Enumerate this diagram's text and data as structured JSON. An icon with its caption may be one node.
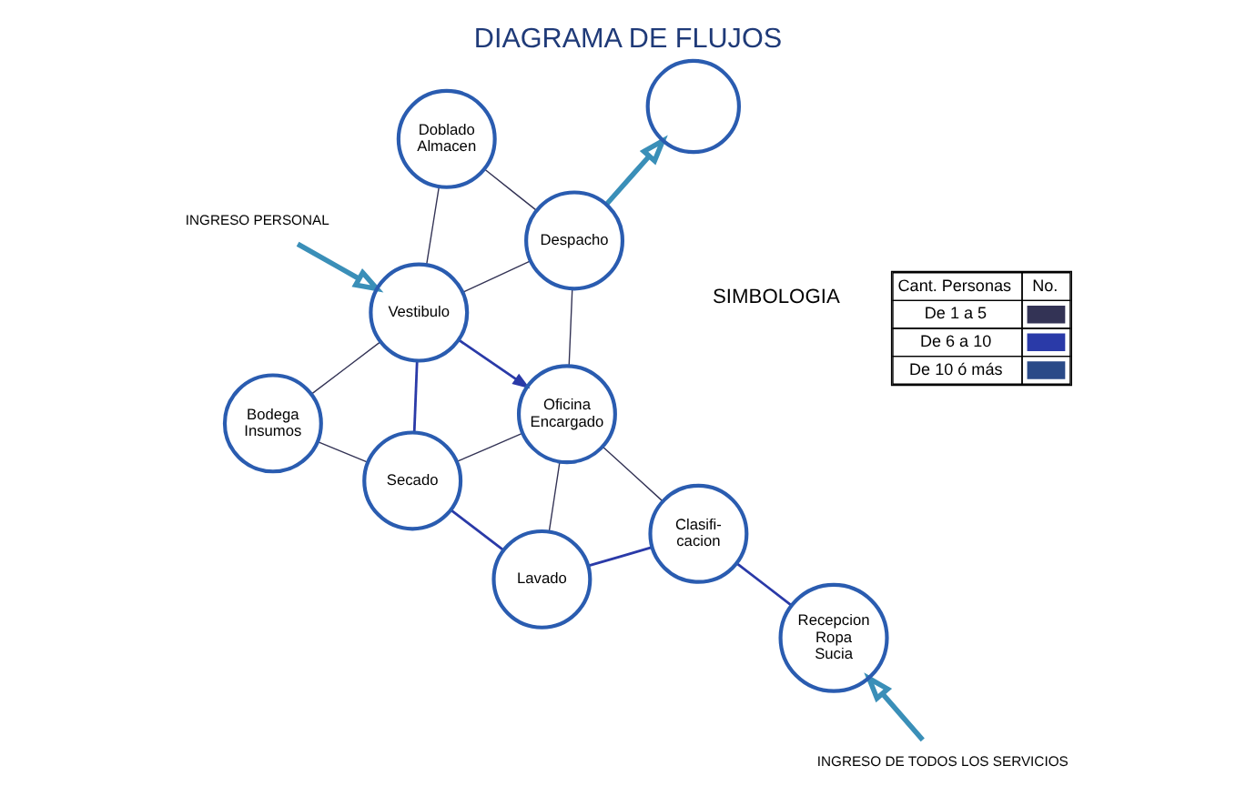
{
  "diagram": {
    "title": "DIAGRAMA DE FLUJOS",
    "nodes": [
      {
        "text": [
          "INGRESO PERSONAL"
        ]
      },
      {
        "text": [
          "Doblado Almacen"
        ]
      },
      {
        "text": [
          "Bodega Insumos"
        ]
      },
      {
        "text": [
          "Vestibulo"
        ]
      },
      {
        "text": [
          "Despacho"
        ]
      },
      {
        "text": [
          "Oficina Encargado"
        ]
      },
      {
        "text": [
          "Secado"
        ]
      },
      {
        "text": [
          "Lavado"
        ]
      },
      {
        "text": [
          "Recepcion Ropa Sucia"
        ]
      },
      {
        "text": [
          "Clasifi- cacion"
        ]
      },
      {
        "text": [
          "INGRESO DE TODOS LOS SERVICIOS"
        ]
      },
      {
        "text": [],
        "shape": "circle"
      }
    ],
    "edges": [
      {
        "from": 0,
        "to": 3,
        "arrow": "to",
        "style": "thick",
        "color": "#3a8fb8"
      },
      {
        "from": 1,
        "to": 3,
        "arrow": "none"
      },
      {
        "from": 1,
        "to": 4,
        "arrow": "none"
      },
      {
        "from": 3,
        "to": 2,
        "arrow": "none"
      },
      {
        "from": 3,
        "to": 4,
        "arrow": "none"
      },
      {
        "from": 3,
        "to": 5,
        "arrow": "to",
        "color": "#2a3aa8"
      },
      {
        "from": 3,
        "to": 6,
        "arrow": "none",
        "color": "#2a3aa8"
      },
      {
        "from": 4,
        "to": 5,
        "arrow": "none"
      },
      {
        "from": 2,
        "to": 6,
        "arrow": "none"
      },
      {
        "from": 5,
        "to": 6,
        "arrow": "none"
      },
      {
        "from": 5,
        "to": 9,
        "arrow": "none"
      },
      {
        "from": 5,
        "to": 7,
        "arrow": "none"
      },
      {
        "from": 6,
        "to": 7,
        "arrow": "none",
        "color": "#2a3aa8"
      },
      {
        "from": 8,
        "to": 9,
        "arrow": "none",
        "color": "#2a3aa8"
      },
      {
        "from": 9,
        "to": 7,
        "arrow": "none",
        "color": "#2a3aa8"
      },
      {
        "from": 4,
        "to": 11,
        "arrow": "to",
        "style": "thick",
        "color": "#3a8fb8"
      },
      {
        "from": 10,
        "to": 8,
        "arrow": "to",
        "style": "thick",
        "color": "#3a8fb8"
      }
    ],
    "labels": [
      "SIMBOLOGIA",
      "Cant. Personas",
      "No."
    ],
    "legend": [
      {
        "text": "De 1 a 5"
      },
      {
        "text": "De 6 a 10"
      },
      {
        "text": "De 10 ó más"
      }
    ]
  }
}
